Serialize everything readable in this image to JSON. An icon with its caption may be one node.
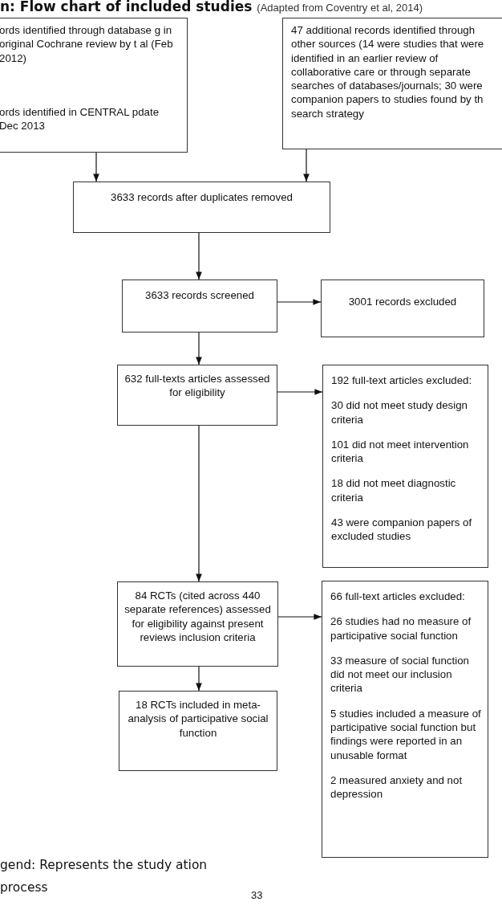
{
  "diagram": {
    "title": "n: Flow chart of included studies",
    "caption": "(Adapted from Coventry et al, 2014)",
    "nodes": [
      {
        "text": [
          "ords identified through database g in original Cochrane review by t al (Feb 2012)",
          "ords identified in CENTRAL pdate Dec 2013"
        ]
      },
      {
        "text": [
          "47 additional records identified through other sources (14 were studies that were identified in an earlier review of collaborative care or through separate searches of databases/journals; 30 were companion papers to studies found by th search strategy"
        ]
      },
      {
        "text": [
          "3633 records after duplicates removed"
        ]
      },
      {
        "text": [
          "3633 records screened"
        ]
      },
      {
        "text": [
          "3001 records excluded"
        ]
      },
      {
        "text": [
          "632 full-texts articles assessed for eligibility"
        ]
      },
      {
        "text": [
          "192 full-text articles excluded:",
          "30 did not meet study design criteria",
          "101 did not meet intervention criteria",
          "18 did not meet diagnostic criteria",
          "43 were companion papers of excluded studies"
        ]
      },
      {
        "text": [
          "84 RCTs (cited across 440 separate references) assessed for eligibility against present reviews inclusion criteria"
        ]
      },
      {
        "text": [
          "66 full-text articles excluded:",
          "26 studies had no measure of participative social function",
          "33 measure of social function did not meet our inclusion criteria",
          "5 studies included a measure of participative social function but findings were reported in an unusable format",
          "2 measured anxiety and not depression"
        ]
      },
      {
        "text": [
          "18 RCTs included in meta-analysis of participative social function"
        ]
      }
    ],
    "edges": [
      {
        "from": 0,
        "to": 2,
        "arrow": "to"
      },
      {
        "from": 1,
        "to": 2,
        "arrow": "to"
      },
      {
        "from": 2,
        "to": 3,
        "arrow": "to"
      },
      {
        "from": 3,
        "to": 4,
        "arrow": "to"
      },
      {
        "from": 3,
        "to": 5,
        "arrow": "to"
      },
      {
        "from": 5,
        "to": 6,
        "arrow": "to"
      },
      {
        "from": 5,
        "to": 7,
        "arrow": "to"
      },
      {
        "from": 7,
        "to": 8,
        "arrow": "to"
      },
      {
        "from": 7,
        "to": 9,
        "arrow": "to"
      }
    ],
    "labels": [
      "gend: Represents the study ation process",
      "33"
    ]
  }
}
